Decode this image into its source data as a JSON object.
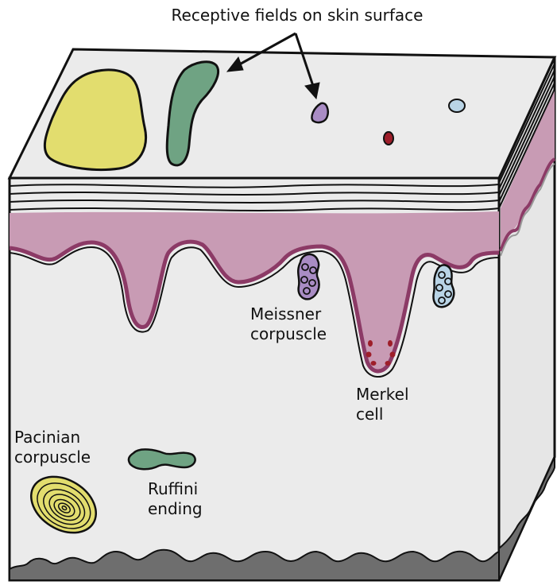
{
  "title": "Receptive fields on skin surface",
  "labels": {
    "meissner": [
      "Meissner",
      "corpuscle"
    ],
    "merkel": [
      "Merkel",
      "cell"
    ],
    "pacinian": [
      "Pacinian",
      "corpuscle"
    ],
    "ruffini": [
      "Ruffini",
      "ending"
    ]
  },
  "colors": {
    "skin_block": "#ebebeb",
    "dermis_band": "#c89bb4",
    "dermis_edge": "#8c3a66",
    "pacinian": "#e2dd6e",
    "ruffini": "#6fa383",
    "meissner": "#a98cc4",
    "merkel": "#9e1e2a",
    "blue_field": "#b9d4e6",
    "tissue_bottom": "#6e6e6e",
    "outline": "#111111"
  }
}
